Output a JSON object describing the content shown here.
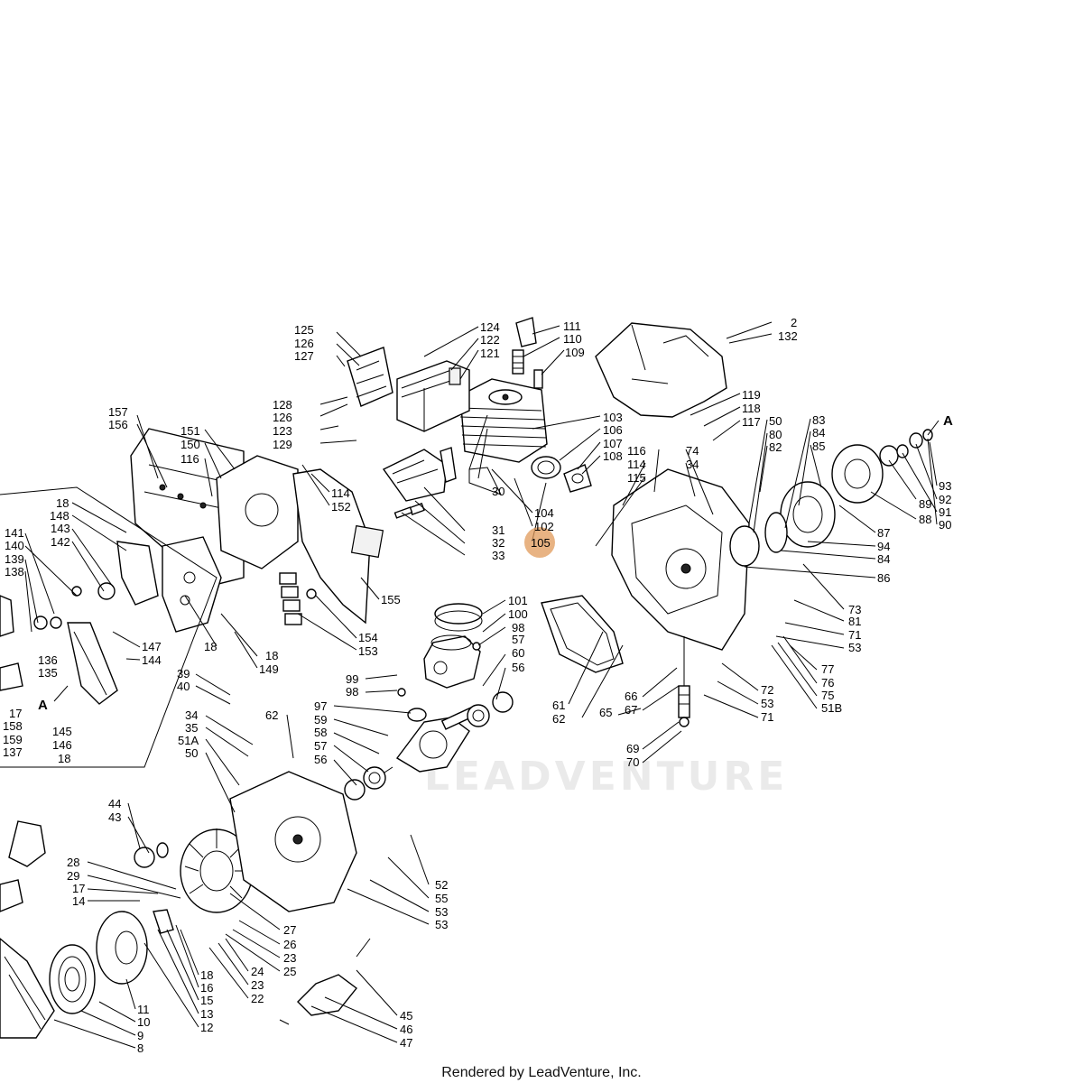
{
  "footer": {
    "text": "Rendered by LeadVenture, Inc."
  },
  "watermark": {
    "text": "LEADVENTURE"
  },
  "highlight": {
    "label": "105",
    "color": "#e09a5a"
  },
  "callouts": {
    "c125": "125",
    "c126a": "126",
    "c127": "127",
    "c124": "124",
    "c122": "122",
    "c121": "121",
    "c111": "111",
    "c110": "110",
    "c109": "109",
    "c2": "2",
    "c132": "132",
    "c128": "128",
    "c126b": "126",
    "c123": "123",
    "c129": "129",
    "c103": "103",
    "c106": "106",
    "c107": "107",
    "c108": "108",
    "c119": "119",
    "c118": "118",
    "c117": "117",
    "c50a": "50",
    "c80": "80",
    "c82": "82",
    "c83": "83",
    "c84a": "84",
    "c85": "85",
    "cA1": "A",
    "c157": "157",
    "c156": "156",
    "c151": "151",
    "c150": "150",
    "c116a": "116",
    "c114a": "114",
    "c152": "152",
    "c116b": "116",
    "c114b": "114",
    "c115": "115",
    "c74": "74",
    "c34a": "34",
    "c93": "93",
    "c92": "92",
    "c91": "91",
    "c90": "90",
    "c89": "89",
    "c88": "88",
    "c87": "87",
    "c94": "94",
    "c84b": "84",
    "c86": "86",
    "c104": "104",
    "c102": "102",
    "c105": "105",
    "c30": "30",
    "c31": "31",
    "c32": "32",
    "c33": "33",
    "c18a": "18",
    "c148": "148",
    "c141": "141",
    "c143": "143",
    "c140": "140",
    "c142": "142",
    "c139": "139",
    "c138": "138",
    "c155": "155",
    "c154": "154",
    "c153": "153",
    "c18b": "18",
    "c149": "149",
    "c18c": "18",
    "c147": "147",
    "c144": "144",
    "c136": "136",
    "c135": "135",
    "cA2": "A",
    "c17a": "17",
    "c158": "158",
    "c159": "159",
    "c137": "137",
    "c145": "145",
    "c146": "146",
    "c18d": "18",
    "c101": "101",
    "c100": "100",
    "c98a": "98",
    "c57a": "57",
    "c60": "60",
    "c56a": "56",
    "c99": "99",
    "c98b": "98",
    "c73": "73",
    "c81": "81",
    "c71a": "71",
    "c53a": "53",
    "c77": "77",
    "c76": "76",
    "c75": "75",
    "c51b": "51B",
    "c72": "72",
    "c53b": "53",
    "c71b": "71",
    "c66": "66",
    "c67": "67",
    "c65": "65",
    "c61": "61",
    "c62a": "62",
    "c69": "69",
    "c70": "70",
    "c39": "39",
    "c40": "40",
    "c62b": "62",
    "c34b": "34",
    "c35": "35",
    "c51a": "51A",
    "c50b": "50",
    "c97": "97",
    "c59": "59",
    "c58": "58",
    "c57b": "57",
    "c56b": "56",
    "c44": "44",
    "c43": "43",
    "c28": "28",
    "c29": "29",
    "c17b": "17",
    "c14": "14",
    "c52": "52",
    "c55": "55",
    "c53c": "53",
    "c53d": "53",
    "c27": "27",
    "c26": "26",
    "c23a": "23",
    "c25": "25",
    "c24": "24",
    "c23b": "23",
    "c22": "22",
    "c18e": "18",
    "c16": "16",
    "c15": "15",
    "c13": "13",
    "c12": "12",
    "c11": "11",
    "c10": "10",
    "c9": "9",
    "c8": "8",
    "c45": "45",
    "c46": "46",
    "c47": "47"
  }
}
